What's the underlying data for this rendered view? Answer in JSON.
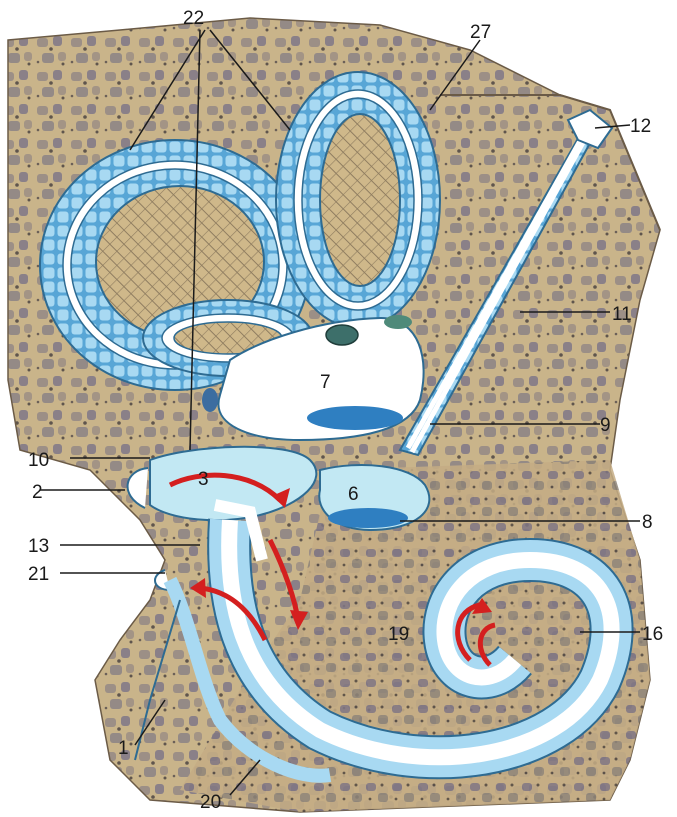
{
  "figure": {
    "colors": {
      "bone": "#c9b48a",
      "bone_dark": "#8a7a66",
      "bone_cell": "#9c8f86",
      "membrane": "#58a6d6",
      "membrane_light": "#a8d9f2",
      "perilymph": "#c2e8f3",
      "endolymph_spot": "#2f7fc1",
      "duct_white": "#ffffff",
      "arrow": "#d41f1f",
      "label_text": "#1a1a1a"
    },
    "labels": {
      "l22": "22",
      "l27": "27",
      "l12": "12",
      "l11": "11",
      "l7": "7",
      "l9": "9",
      "l10": "10",
      "l3": "3",
      "l2": "2",
      "l6": "6",
      "l8": "8",
      "l13": "13",
      "l21": "21",
      "l19": "19",
      "l16": "16",
      "l1": "1",
      "l20": "20"
    }
  }
}
